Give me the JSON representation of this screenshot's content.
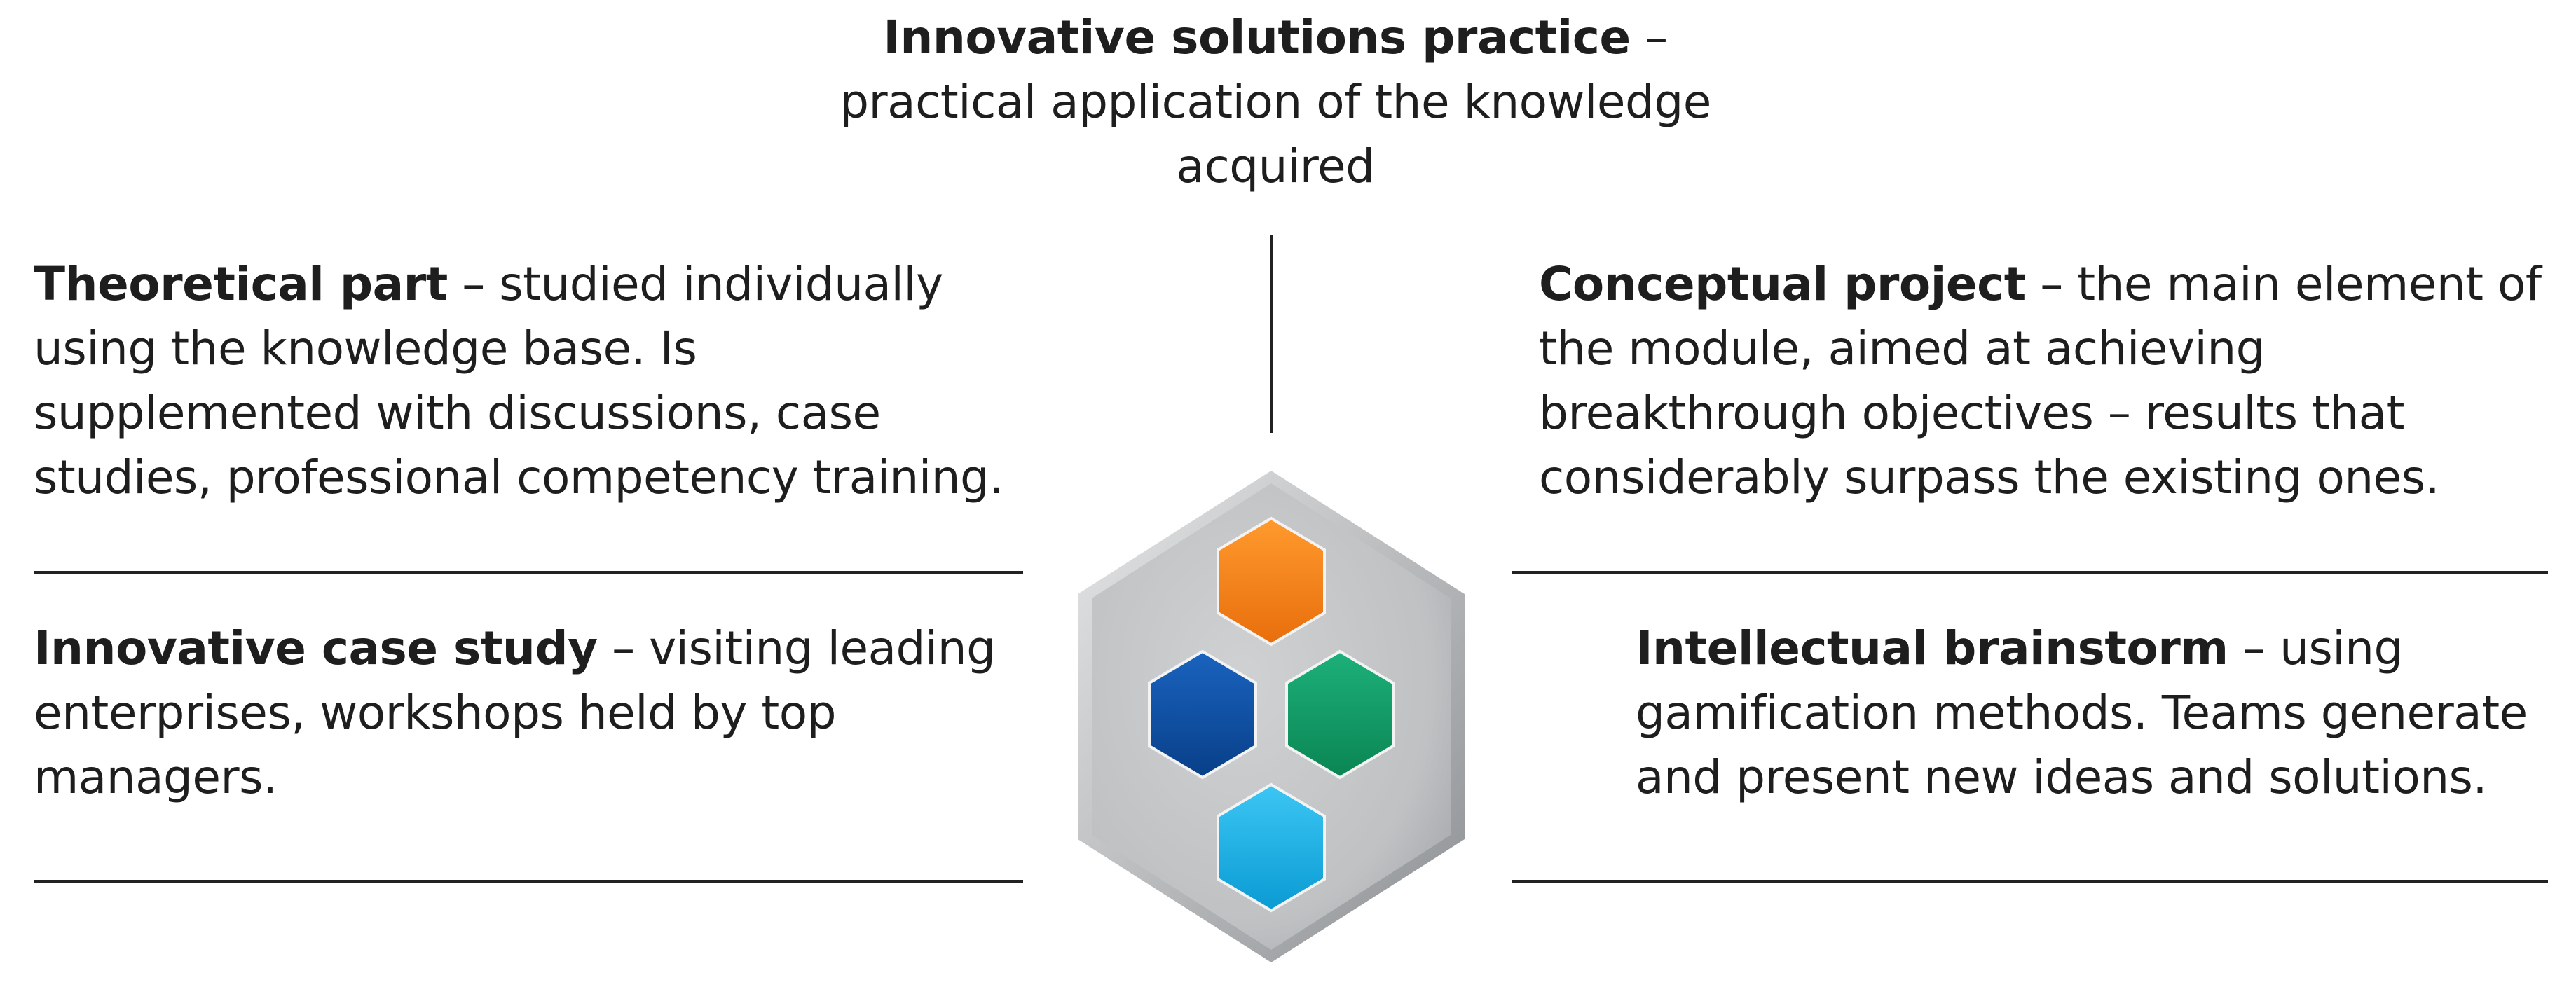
{
  "top": {
    "title": "Innovative solutions practice",
    "rest": " – practical application of the knowledge acquired"
  },
  "top_left": {
    "title": "Theoretical part",
    "rest": " – studied individually using the knowledge base. Is supplemented with discussions, case studies, professional competency training."
  },
  "top_right": {
    "title": "Conceptual project",
    "rest": " – the main element of the module, aimed at achieving breakthrough objectives – results that considerably surpass the existing ones."
  },
  "bottom_left": {
    "title": "Innovative case study",
    "rest": " – visiting leading enterprises, workshops held by top managers."
  },
  "bottom_right": {
    "title": "Intellectual brainstorm",
    "rest": " – using gamification methods. Teams generate and present new ideas and solutions."
  },
  "colors": {
    "orange": "#f57f17",
    "dark_blue": "#0d4fa3",
    "green": "#0f9a63",
    "light_blue": "#12aee6",
    "hex_gray": "#c4c6c8"
  }
}
